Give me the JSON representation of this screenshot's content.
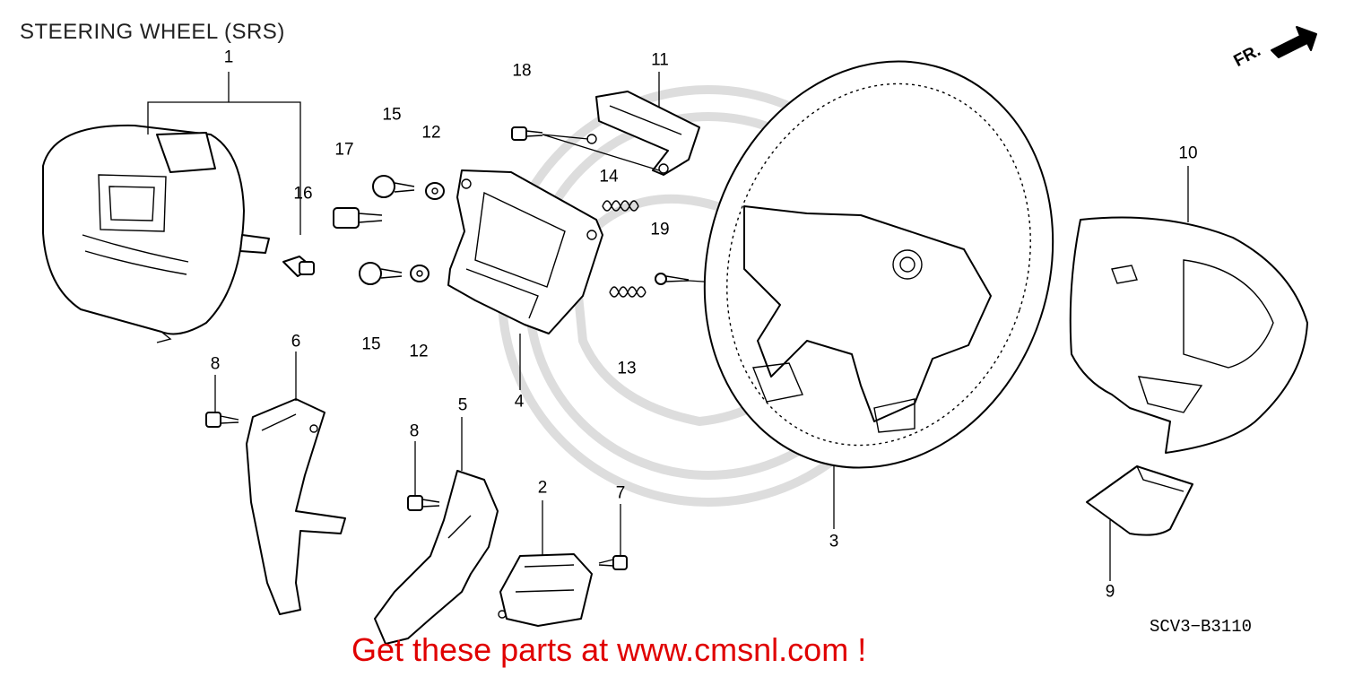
{
  "title": "STEERING WHEEL (SRS)",
  "direction_label": "FR.",
  "diagram_code": "SCV3−B3110",
  "promo_text": "Get these parts at www.cmsnl.com !",
  "colors": {
    "promo": "#e00000",
    "line": "#000000",
    "watermark": "#dddddd"
  },
  "callouts": {
    "c1": "1",
    "c2": "2",
    "c3": "3",
    "c4": "4",
    "c5": "5",
    "c6": "6",
    "c7": "7",
    "c8a": "8",
    "c8b": "8",
    "c9": "9",
    "c10": "10",
    "c11": "11",
    "c12a": "12",
    "c12b": "12",
    "c13": "13",
    "c14": "14",
    "c15a": "15",
    "c15b": "15",
    "c16": "16",
    "c17": "17",
    "c18": "18",
    "c19": "19"
  }
}
